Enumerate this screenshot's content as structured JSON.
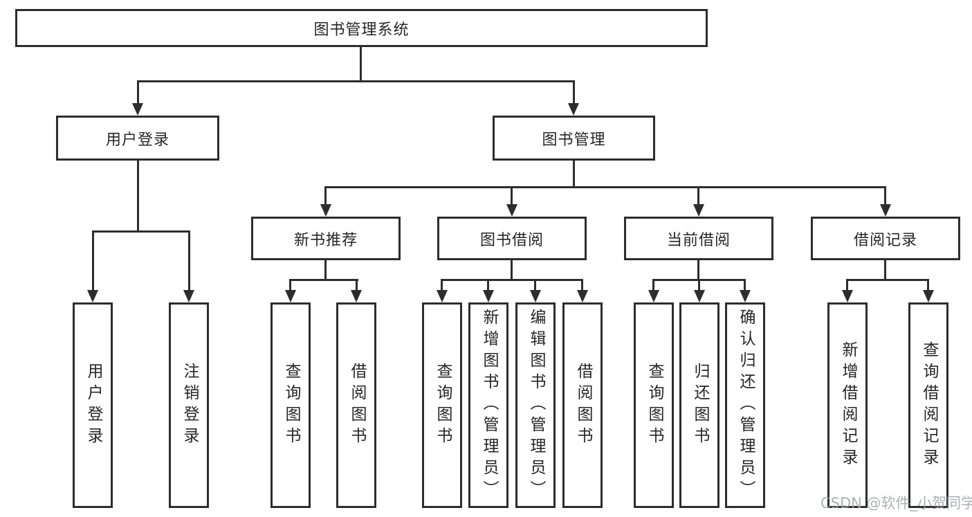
{
  "nodes": {
    "root": "图书管理系统",
    "user_login": "用户登录",
    "book_mgmt": "图书管理",
    "new_book": "新书推荐",
    "book_borrow": "图书借阅",
    "current_borrow": "当前借阅",
    "borrow_record": "借阅记录"
  },
  "leaves": {
    "user_login": [
      "用户登录",
      "注销登录"
    ],
    "new_book": [
      "查询图书",
      "借阅图书"
    ],
    "book_borrow": [
      "查询图书",
      "新增图书（管理员）",
      "编辑图书（管理员）",
      "借阅图书"
    ],
    "current_borrow": [
      "查询图书",
      "归还图书",
      "确认归还（管理员）"
    ],
    "borrow_record": [
      "新增借阅记录",
      "查询借阅记录"
    ]
  },
  "watermark": "CSDN @软件_小贺同学",
  "colors": {
    "line": "#2d2d2d",
    "text": "#262626",
    "background": "#ffffff",
    "watermark": "#9ea3a8"
  }
}
